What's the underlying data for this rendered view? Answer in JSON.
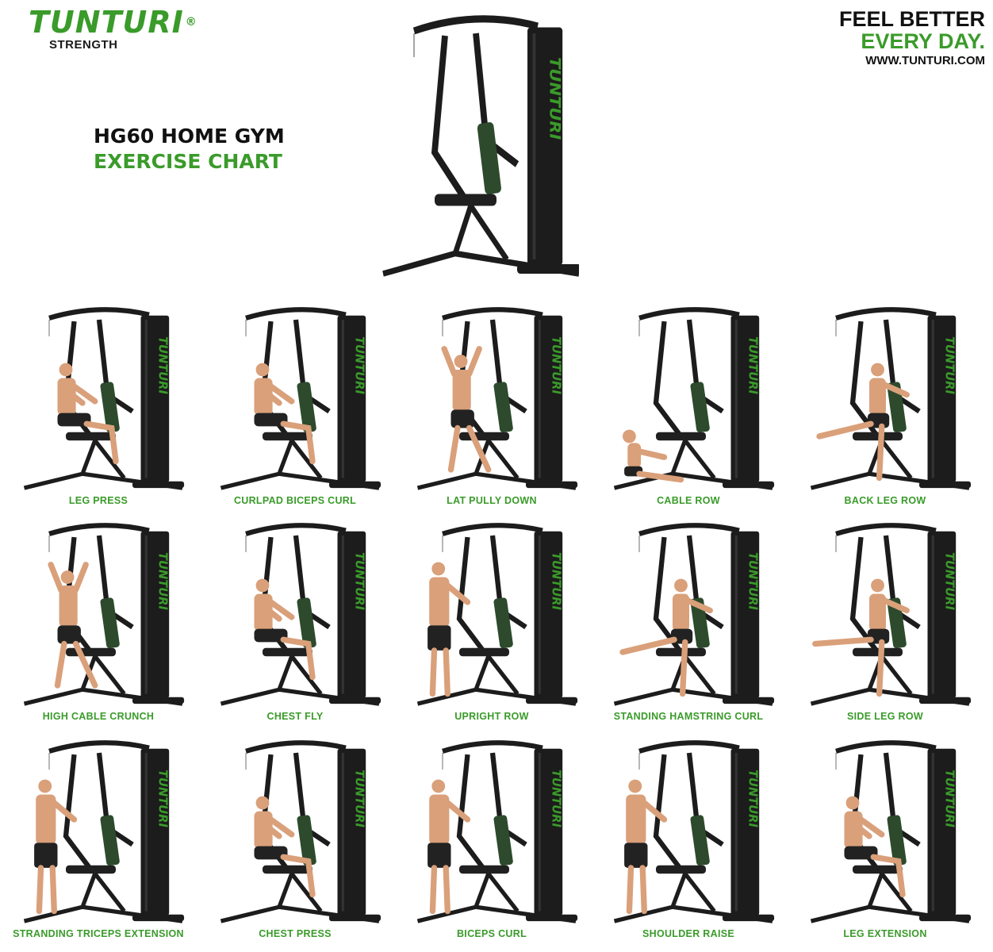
{
  "brand": {
    "name": "TUNTURI",
    "registered": "®",
    "sub": "STRENGTH",
    "accent": "#3a9b2a"
  },
  "tagline": {
    "line1": "FEEL BETTER",
    "line2": "EVERY DAY.",
    "url": "WWW.TUNTURI.COM"
  },
  "title": {
    "line1": "HG60 HOME GYM",
    "line2": "EXERCISE CHART"
  },
  "machine_text": "TUNTURI",
  "colors": {
    "frame": "#1c1c1c",
    "pad": "#2d4a2d",
    "skin": "#d9a07a",
    "shorts": "#222222",
    "green": "#3a9b2a"
  },
  "exercises": [
    {
      "label": "LEG PRESS",
      "pose": "seated"
    },
    {
      "label": "CURLPAD BICEPS CURL",
      "pose": "seated"
    },
    {
      "label": "LAT PULLY DOWN",
      "pose": "arms-up"
    },
    {
      "label": "CABLE ROW",
      "pose": "floor"
    },
    {
      "label": "BACK LEG ROW",
      "pose": "leg-back"
    },
    {
      "label": "HIGH CABLE CRUNCH",
      "pose": "arms-up"
    },
    {
      "label": "CHEST FLY",
      "pose": "seated"
    },
    {
      "label": "UPRIGHT ROW",
      "pose": "standing"
    },
    {
      "label": "STANDING HAMSTRING CURL",
      "pose": "leg-back"
    },
    {
      "label": "SIDE LEG ROW",
      "pose": "leg-side"
    },
    {
      "label": "STRANDING TRICEPS EXTENSION",
      "pose": "standing"
    },
    {
      "label": "CHEST PRESS",
      "pose": "seated"
    },
    {
      "label": "BICEPS CURL",
      "pose": "standing"
    },
    {
      "label": "SHOULDER RAISE",
      "pose": "standing"
    },
    {
      "label": "LEG EXTENSION",
      "pose": "seated"
    }
  ]
}
